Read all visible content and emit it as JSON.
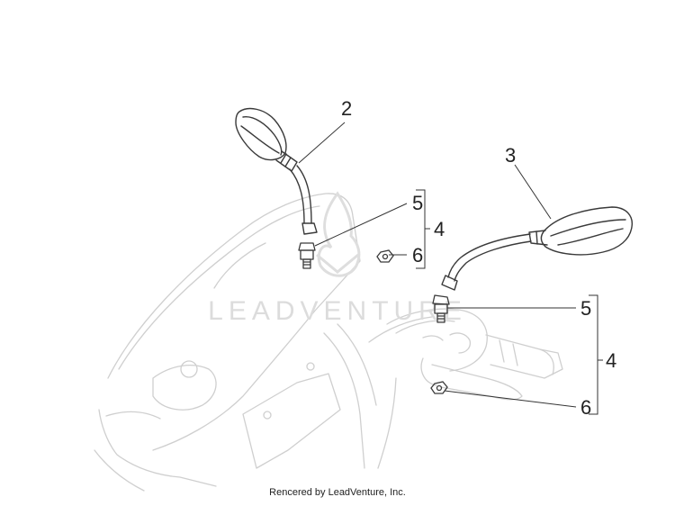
{
  "callouts": {
    "left_mirror": "2",
    "right_mirror": "3",
    "left_kit": "4",
    "left_screw": "5",
    "left_nut": "6",
    "right_kit": "4",
    "right_screw": "5",
    "right_nut": "6"
  },
  "watermark": {
    "text": "LEADVENTURE"
  },
  "footer": {
    "text": "Rencered by LeadVenture, Inc."
  }
}
